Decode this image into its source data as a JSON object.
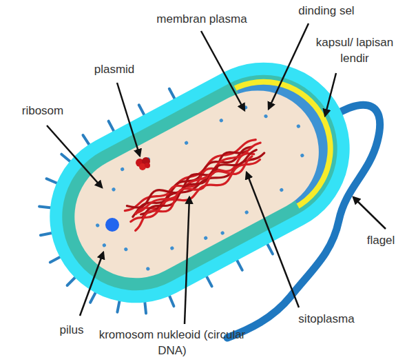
{
  "diagram": {
    "labels": [
      "membran plasma",
      "dinding sel",
      "kapsul/ lapisan lendir",
      "plasmid",
      "ribosom",
      "flagel",
      "sitoplasma",
      "pilus",
      "kromosom nukleoid (circular DNA)"
    ]
  }
}
